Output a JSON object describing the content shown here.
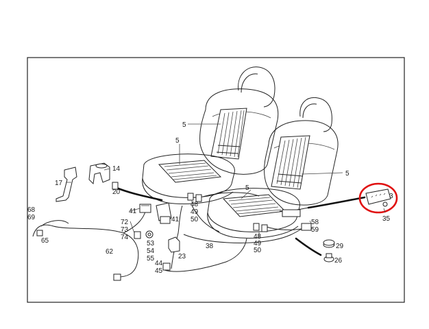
{
  "diagram": {
    "callouts": {
      "c5a": "5",
      "c5b": "5",
      "c5c": "5",
      "c5d": "5",
      "c14": "14",
      "c17": "17",
      "c20": "20",
      "c68": "68",
      "c69": "69",
      "c65": "65",
      "c41a": "41",
      "c41b": "41",
      "c48a": "48",
      "c49a": "49",
      "c50a": "50",
      "c72": "72",
      "c73": "73",
      "c74": "74",
      "c53": "53",
      "c54": "54",
      "c55": "55",
      "c62": "62",
      "c23": "23",
      "c44": "44",
      "c45": "45",
      "c38": "38",
      "c48b": "48",
      "c49b": "49",
      "c50b": "50",
      "c58": "58",
      "c59": "59",
      "c29": "29",
      "c26": "26",
      "c3": "3",
      "c35": "35"
    },
    "highlight_color": "#e01010"
  }
}
